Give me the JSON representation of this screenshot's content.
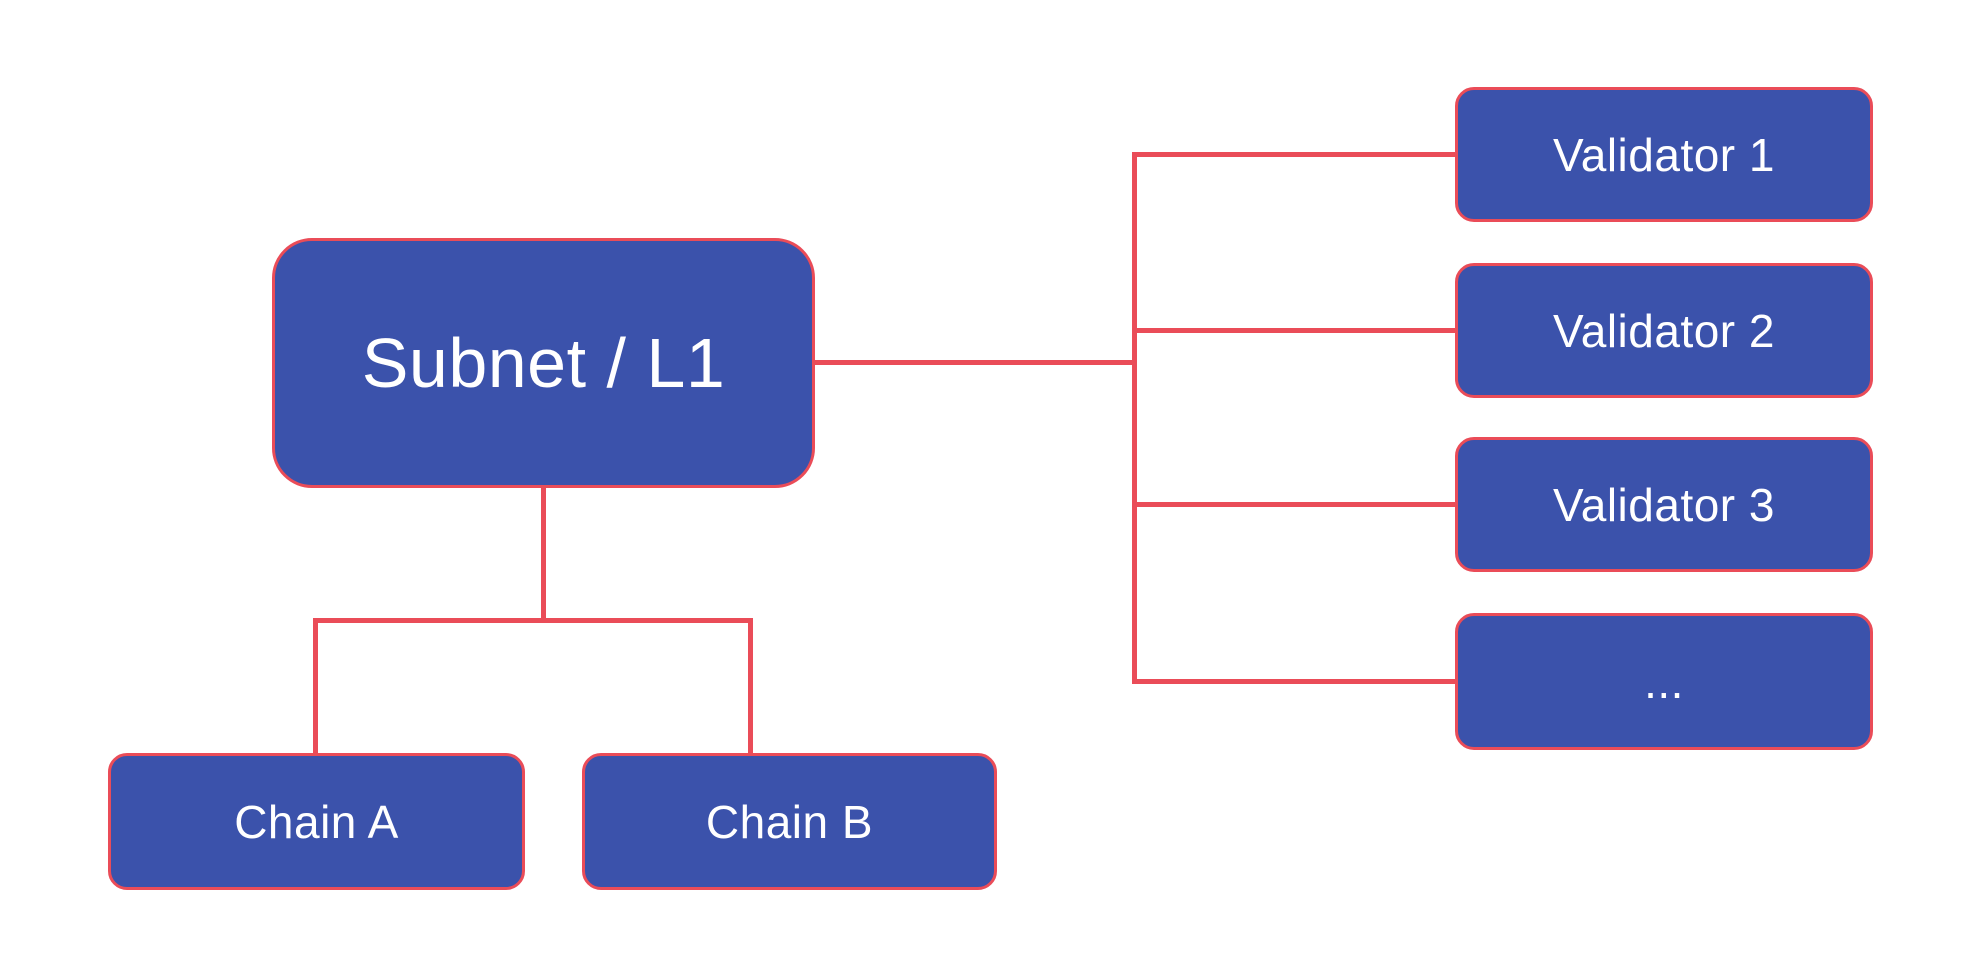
{
  "diagram": {
    "root": {
      "label": "Subnet / L1"
    },
    "chains": [
      {
        "label": "Chain A"
      },
      {
        "label": "Chain B"
      }
    ],
    "validators": [
      {
        "label": "Validator 1"
      },
      {
        "label": "Validator 2"
      },
      {
        "label": "Validator 3"
      },
      {
        "label": "..."
      }
    ],
    "colors": {
      "node_fill": "#3B52AB",
      "node_border": "#EA4C58",
      "connector": "#EA4C58",
      "text": "#FFFFFF",
      "background": "#FFFFFF"
    }
  }
}
